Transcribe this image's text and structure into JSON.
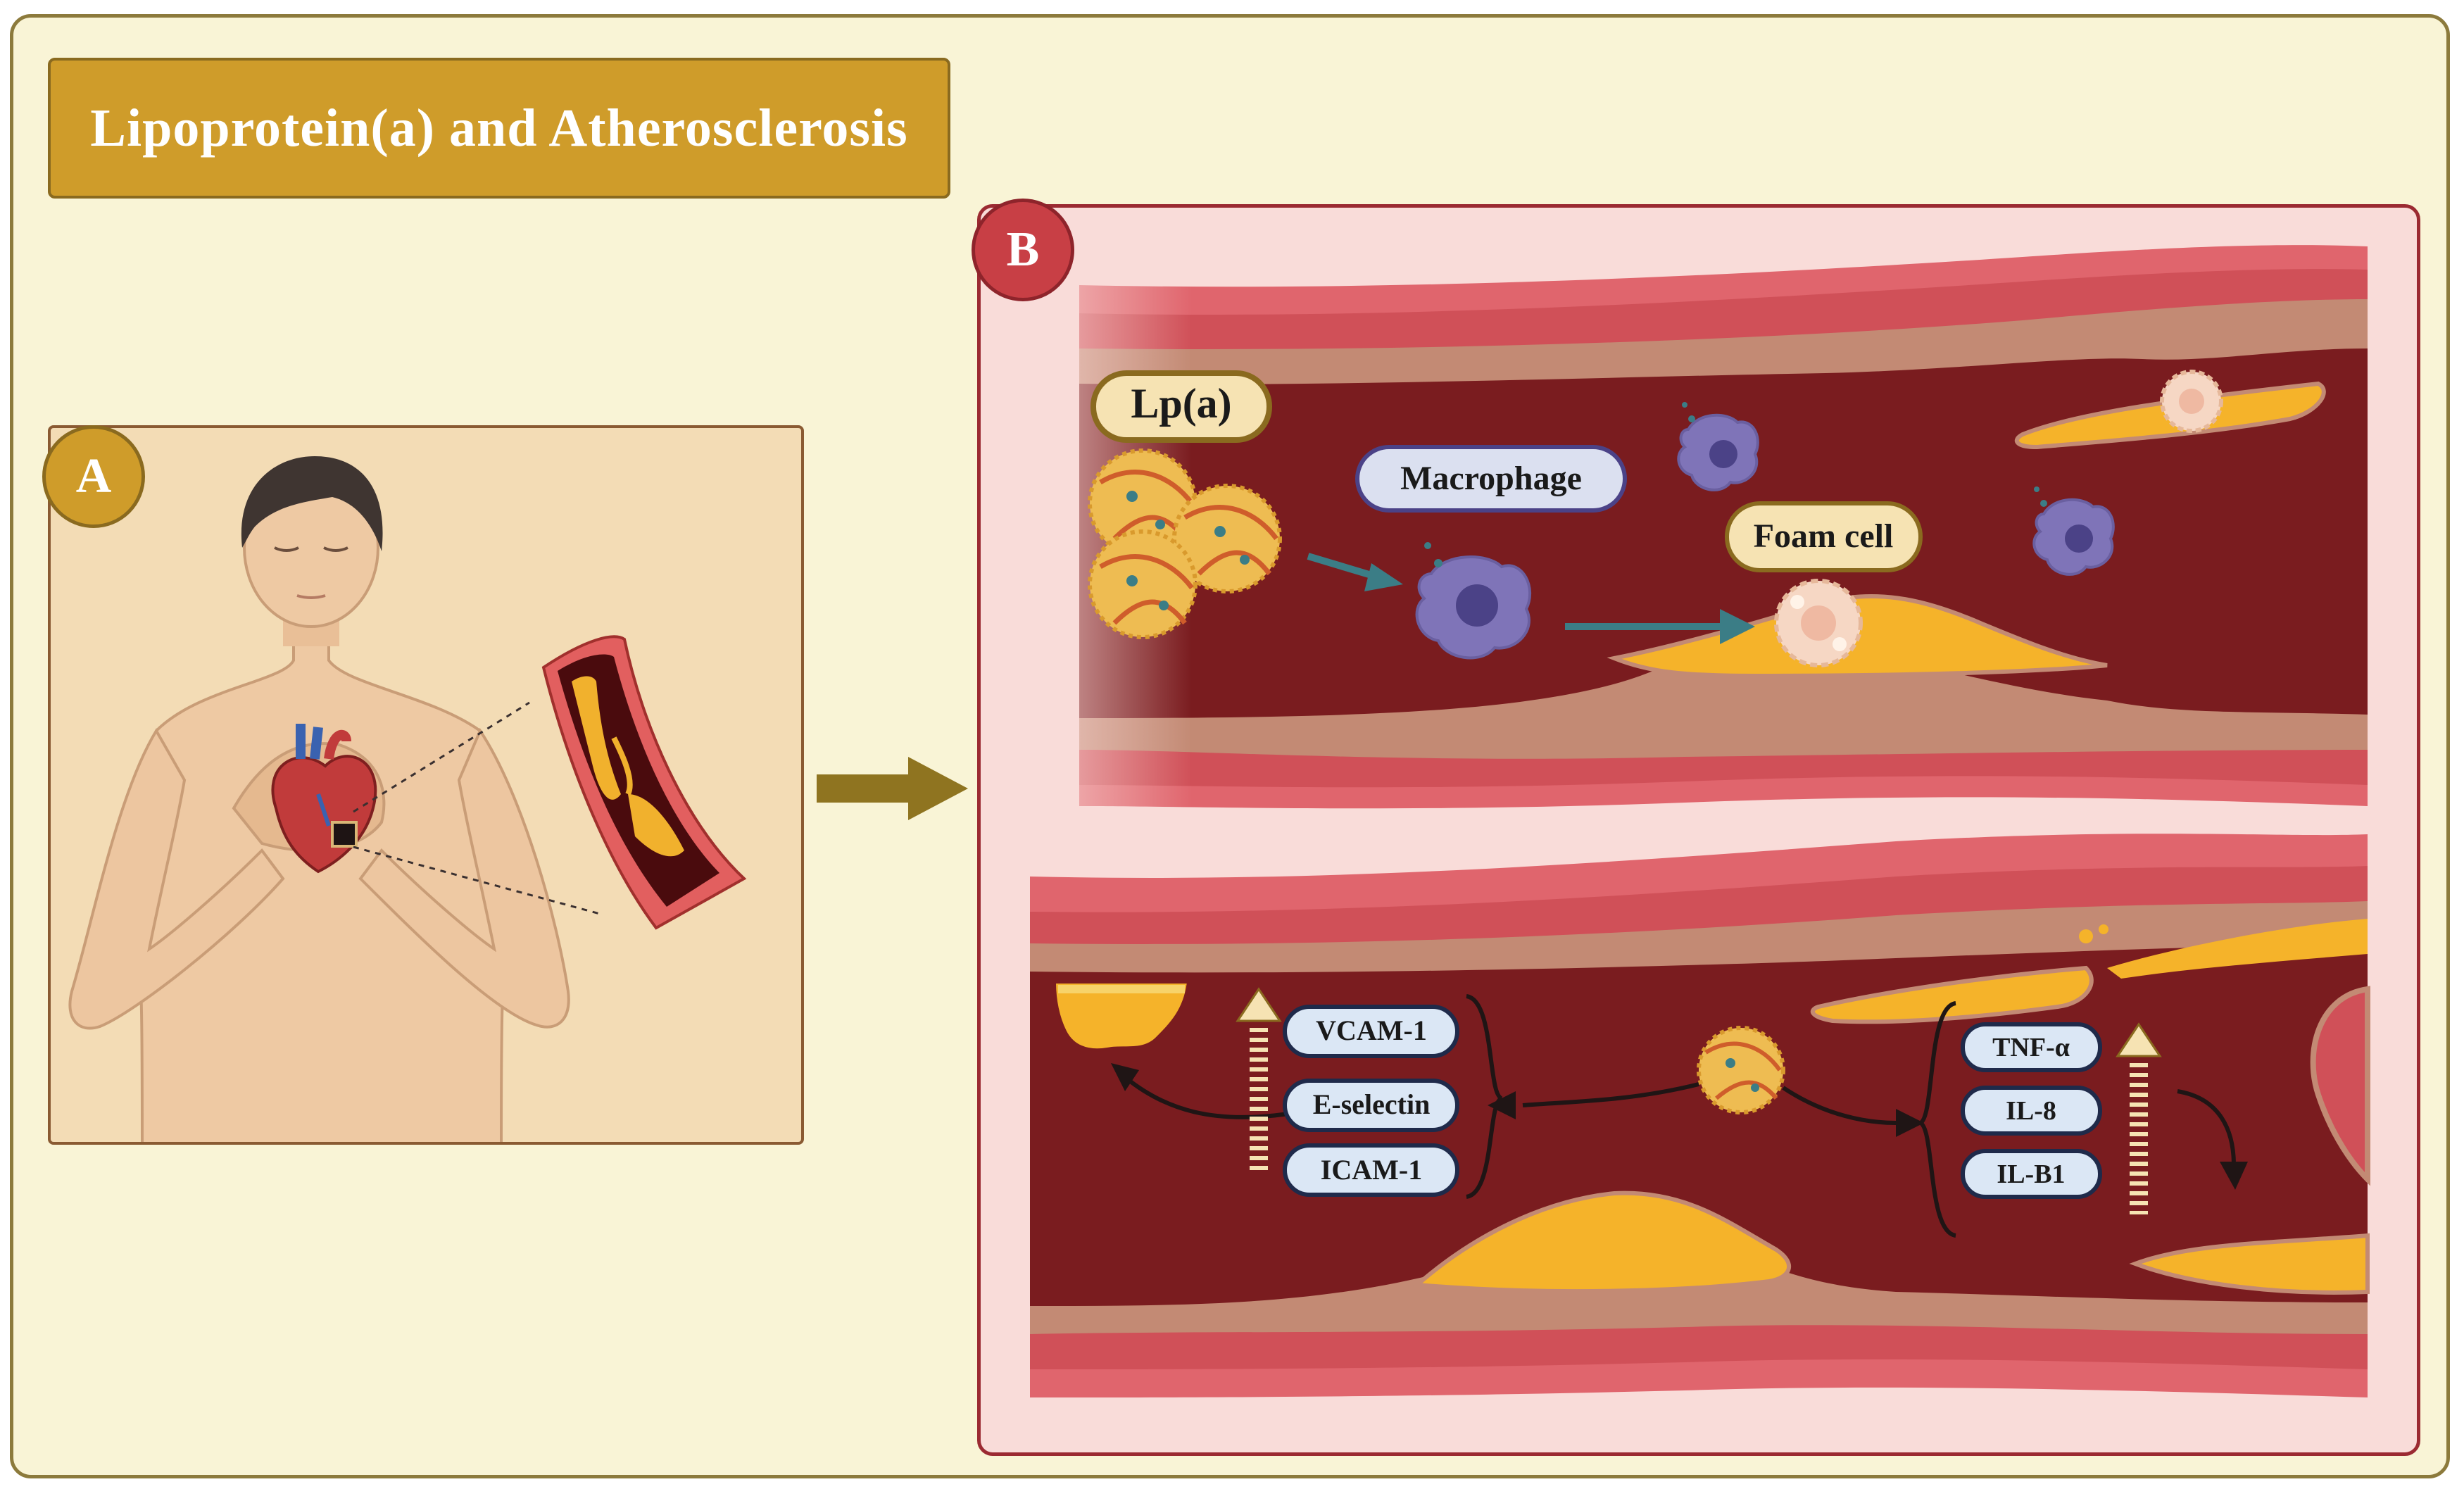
{
  "title": "Lipoprotein(a) and Atherosclerosis",
  "panels": {
    "a": {
      "badge": "A"
    },
    "b": {
      "badge": "B"
    }
  },
  "labels": {
    "lpa": "Lp(a)",
    "macrophage": "Macrophage",
    "foam_cell": "Foam cell"
  },
  "adhesion_molecules": [
    "VCAM-1",
    "E-selectin",
    "ICAM-1"
  ],
  "cytokines": [
    "TNF-α",
    "IL-8",
    "IL-B1"
  ],
  "colors": {
    "background": "#f9f4d6",
    "title_fill": "#cf9c2a",
    "panel_a_fill": "#f3dcb5",
    "panel_b_fill": "#f9dcd9",
    "lumen": "#7a1c1f",
    "vessel_wall": "#e0656d",
    "plaque": "#f5b32a",
    "macrophage": "#7f74b8",
    "arrow_teal": "#3b7d86",
    "arrow_gold": "#8f7420"
  }
}
